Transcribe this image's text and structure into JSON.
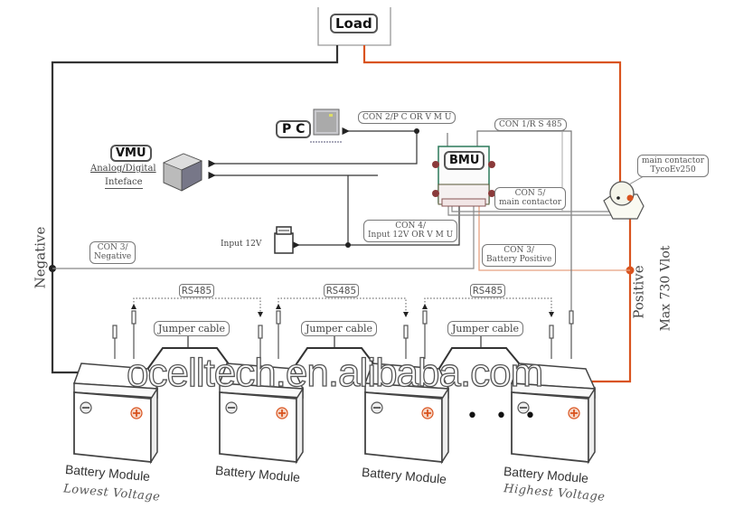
{
  "title": "BMS battery system wiring diagram",
  "colors": {
    "negative_wire": "#333333",
    "positive_wire": "#d9531e",
    "signal_wire": "#777777",
    "box_border": "#777777"
  },
  "load": {
    "label": "Load"
  },
  "pc": {
    "label": "P C",
    "connector": "CON 2/P C OR V M U"
  },
  "vmu": {
    "label": "VMU",
    "sub1": "Analog/Digital",
    "sub2": "Inteface"
  },
  "bmu": {
    "label": "BMU"
  },
  "con1": {
    "label": "CON 1/R S 485"
  },
  "con5": {
    "line1": "CON 5/",
    "line2": "main contactor"
  },
  "contactor": {
    "line1": "main contactor",
    "line2": "TycoEv250"
  },
  "con4": {
    "line1": "CON 4/",
    "line2": "Input 12V OR V M U"
  },
  "input12v": {
    "label": "Input 12V"
  },
  "con3neg": {
    "line1": "CON 3/",
    "line2": "Negative"
  },
  "con3pos": {
    "line1": "CON 3/",
    "line2": "Battery Positive"
  },
  "negative_label": "Negative",
  "positive_label": "Positive",
  "max_voltage_label": "Max 730 Vlot",
  "rs485_labels": [
    "RS485",
    "RS485",
    "RS485"
  ],
  "jumper_labels": [
    "Jumper cable",
    "Jumper cable",
    "Jumper cable"
  ],
  "batteries": [
    {
      "label": "Battery Module",
      "sub": "Lowest Voltage"
    },
    {
      "label": "Battery Module",
      "sub": ""
    },
    {
      "label": "Battery Module",
      "sub": ""
    },
    {
      "label": "Battery Module",
      "sub": "Highest Voltage"
    }
  ],
  "ellipsis": "• • •",
  "watermark": "ocelltech.en.alibaba.com"
}
